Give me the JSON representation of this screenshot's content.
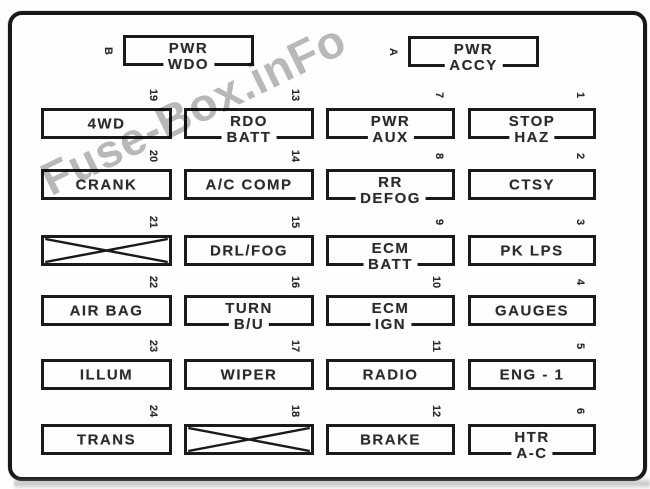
{
  "watermark": {
    "text": "Fuse-Box.inFo"
  },
  "colors": {
    "background": "#fcfcfb",
    "line": "#1c1c1c",
    "text": "#2d2d2d",
    "watermark": "#9e9e9e"
  },
  "breakers": [
    {
      "id": "B",
      "lines": [
        "PWR",
        "WDO"
      ]
    },
    {
      "id": "A",
      "lines": [
        "PWR",
        "ACCY"
      ]
    }
  ],
  "fuse_grid": {
    "columns": [
      {
        "fuses": [
          {
            "num": "19",
            "lines": [
              "4WD"
            ]
          },
          {
            "num": "20",
            "lines": [
              "CRANK"
            ]
          },
          {
            "num": "21",
            "lines": [],
            "spare": true
          },
          {
            "num": "22",
            "lines": [
              "AIR BAG"
            ]
          },
          {
            "num": "23",
            "lines": [
              "ILLUM"
            ]
          },
          {
            "num": "24",
            "lines": [
              "TRANS"
            ]
          }
        ]
      },
      {
        "fuses": [
          {
            "num": "13",
            "lines": [
              "RDO",
              "BATT"
            ]
          },
          {
            "num": "14",
            "lines": [
              "A/C COMP"
            ]
          },
          {
            "num": "15",
            "lines": [
              "DRL/FOG"
            ]
          },
          {
            "num": "16",
            "lines": [
              "TURN",
              "B/U"
            ]
          },
          {
            "num": "17",
            "lines": [
              "WIPER"
            ]
          },
          {
            "num": "18",
            "lines": [],
            "spare": true
          }
        ]
      },
      {
        "fuses": [
          {
            "num": "7",
            "lines": [
              "PWR",
              "AUX"
            ]
          },
          {
            "num": "8",
            "lines": [
              "RR",
              "DEFOG"
            ]
          },
          {
            "num": "9",
            "lines": [
              "ECM",
              "BATT"
            ]
          },
          {
            "num": "10",
            "lines": [
              "ECM",
              "IGN"
            ]
          },
          {
            "num": "11",
            "lines": [
              "RADIO"
            ]
          },
          {
            "num": "12",
            "lines": [
              "BRAKE"
            ]
          }
        ]
      },
      {
        "fuses": [
          {
            "num": "1",
            "lines": [
              "STOP",
              "HAZ"
            ]
          },
          {
            "num": "2",
            "lines": [
              "CTSY"
            ]
          },
          {
            "num": "3",
            "lines": [
              "PK LPS"
            ]
          },
          {
            "num": "4",
            "lines": [
              "GAUGES"
            ]
          },
          {
            "num": "5",
            "lines": [
              "ENG - 1"
            ]
          },
          {
            "num": "6",
            "lines": [
              "HTR",
              "A-C"
            ]
          }
        ]
      }
    ]
  }
}
